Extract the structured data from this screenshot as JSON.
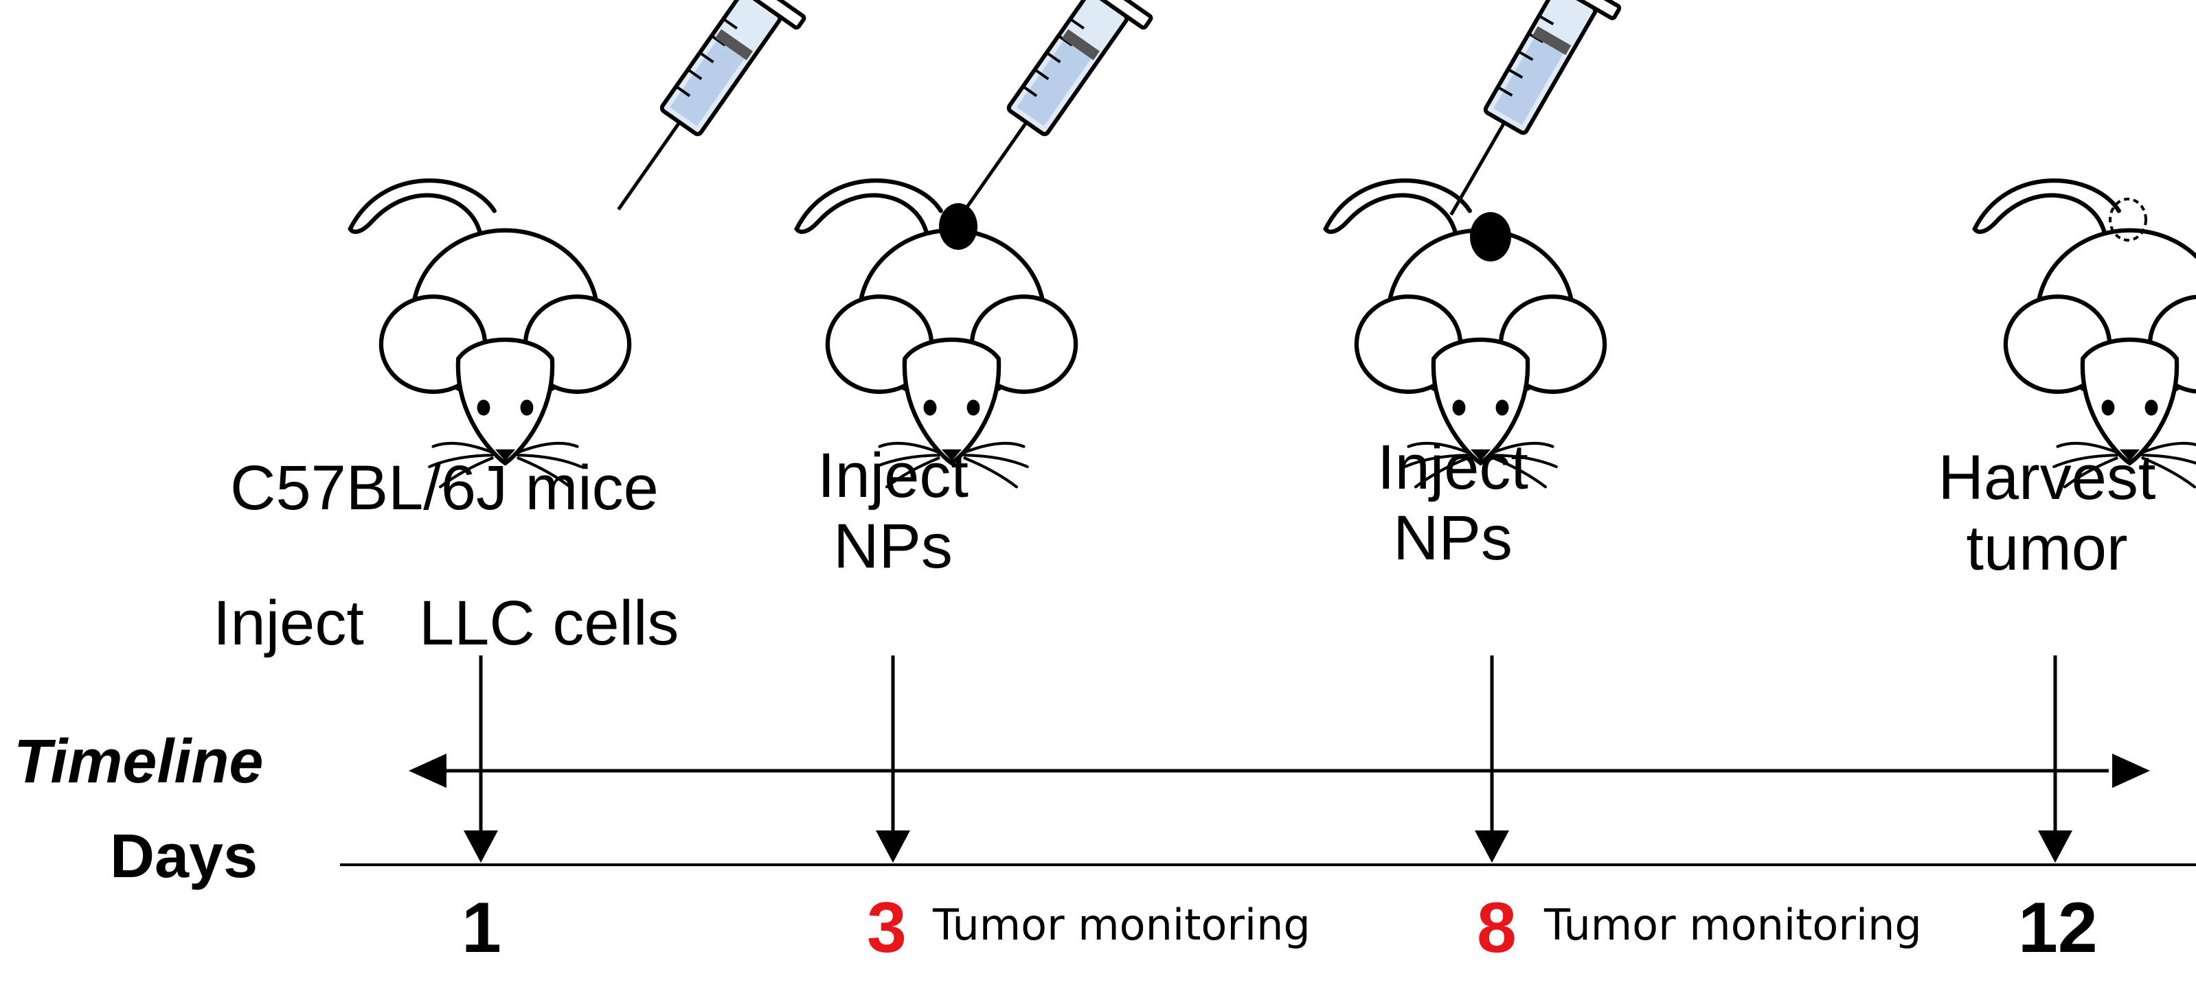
{
  "labels": {
    "strain": "C57BL/6J mice",
    "inject_word": "Inject",
    "llc_cells": "LLC cells",
    "inject_np_1_line1": "Inject",
    "inject_np_1_line2": "NPs",
    "inject_np_2_line1": "Inject",
    "inject_np_2_line2": "NPs",
    "harvest_line1": "Harvest",
    "harvest_line2": "tumor",
    "timeline": "Timeline",
    "days": "Days"
  },
  "days": {
    "day1": "1",
    "day3": "3",
    "day8": "8",
    "day12": "12"
  },
  "notes": {
    "monitoring_1": "Tumor monitoring",
    "monitoring_2": "Tumor monitoring"
  },
  "colors": {
    "highlight_day": "#e8151b",
    "ink": "#000000",
    "syringe_fill": "#dfeaf7"
  },
  "icons": [
    "mouse-icon",
    "syringe-icon",
    "tumor-icon"
  ]
}
